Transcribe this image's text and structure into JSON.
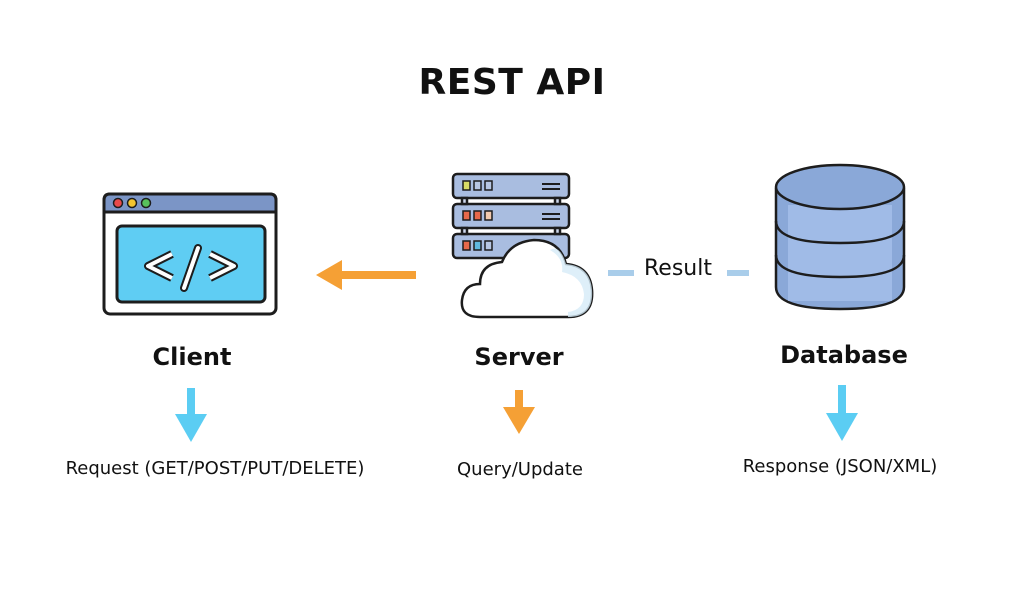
{
  "title": "REST API",
  "colors": {
    "orange": "#f5a035",
    "cyan": "#5bcdf3",
    "dash": "#a9cdea",
    "server_body": "#a9bde0",
    "db_body": "#8aa8d8",
    "screen": "#5fcdf3"
  },
  "nodes": [
    {
      "id": "client",
      "label": "Client",
      "icon": "browser-code-icon",
      "description": "Request (GET/POST/PUT/DELETE)",
      "arrow_color": "cyan"
    },
    {
      "id": "server",
      "label": "Server",
      "icon": "server-cloud-icon",
      "description": "Query/Update",
      "arrow_color": "orange"
    },
    {
      "id": "database",
      "label": "Database",
      "icon": "database-icon",
      "description": "Response (JSON/XML)",
      "arrow_color": "cyan"
    }
  ],
  "connectors": {
    "server_to_client": {
      "direction": "left",
      "color": "orange"
    },
    "server_database": {
      "label": "Result",
      "style": "dashed"
    }
  }
}
